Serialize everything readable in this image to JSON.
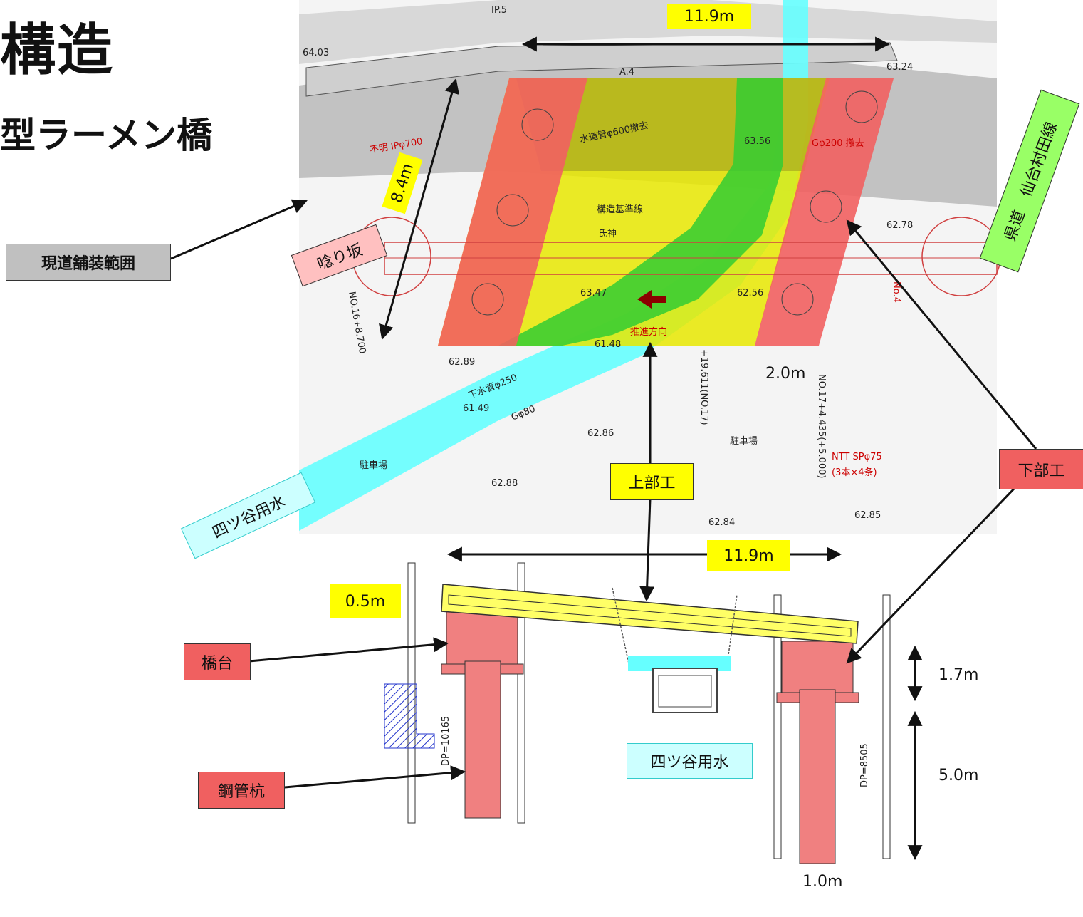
{
  "title": "構造",
  "subtitle": "型ラーメン橋",
  "labels": {
    "existing_pavement": "現道舗装範囲",
    "unari_slope": "唸り坂",
    "prefectural_road": "県道　仙台村田線",
    "yotsuya_canal_top": "四ツ谷用水",
    "superstructure": "上部工",
    "substructure": "下部工",
    "abutment": "橋台",
    "steel_pile": "鋼管杭",
    "yotsuya_canal_section": "四ツ谷用水"
  },
  "dimensions": {
    "plan_width": "11.9m",
    "plan_depth": "8.4m",
    "plan_offset": "2.0m",
    "section_span": "11.9m",
    "slab_thickness": "0.5m",
    "abutment_height": "1.7m",
    "pile_length": "5.0m",
    "pile_width": "1.0m"
  },
  "plan_annotations": {
    "ip": "IP.5",
    "a4": "A.4",
    "elev_1": "64.03",
    "elev_2": "63.24",
    "elev_3": "63.56",
    "elev_4": "62.78",
    "elev_5": "62.56",
    "elev_6": "63.47",
    "elev_7": "61.48",
    "elev_8": "61.49",
    "elev_9": "62.89",
    "elev_10": "62.86",
    "elev_11": "62.88",
    "elev_12": "62.84",
    "elev_13": "62.85",
    "water_pipe": "水道管φ600撤去",
    "gas_pipe": "Gφ200 撤去",
    "unknown_pipe": "不明 IPφ700",
    "struct_baseline": "構造基準線",
    "shrine": "氏神",
    "push_dir": "推進方向",
    "sewer": "下水管φ250",
    "gas80": "Gφ80",
    "parking_1": "駐車場",
    "parking_2": "駐車場",
    "station_1": "NO.16+8.700",
    "station_2": "+19.611(NO.17)",
    "station_3": "NO.17+4.435(+5.000)",
    "ntt": "NTT SPφ75",
    "ntt_count": "(3本×4条)",
    "no4": "No.4"
  },
  "section_annotations": {
    "dp_left": "DP=10165",
    "dp_right": "DP=8505"
  },
  "colors": {
    "red": "#f08080",
    "yellow": "#ffff00",
    "cyan": "#66ffff",
    "green": "#99ff66",
    "gray": "#c0c0c0",
    "pink": "#ffb6c1"
  }
}
